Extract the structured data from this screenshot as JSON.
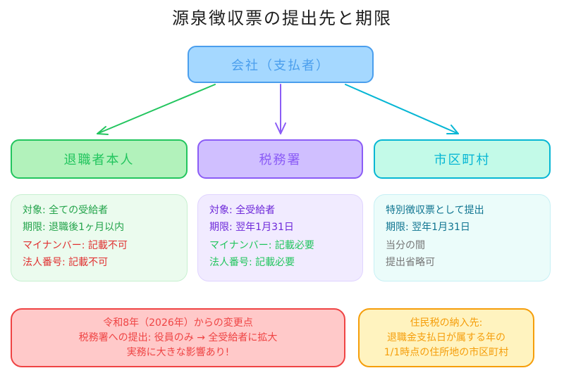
{
  "title": "源泉徴収票の提出先と期限",
  "source": {
    "label": "会社（支払者）"
  },
  "destinations": [
    {
      "label": "退職者本人",
      "color": "#22c55e",
      "details": [
        {
          "text": "対象: 全ての受給者",
          "color": "#22a34a"
        },
        {
          "text": "期限: 退職後1ヶ月以内",
          "color": "#22a34a"
        },
        {
          "text": "マイナンバー: 記載不可",
          "color": "#e03131"
        },
        {
          "text": "法人番号: 記載不可",
          "color": "#e03131"
        }
      ]
    },
    {
      "label": "税務署",
      "color": "#8b5cf6",
      "details": [
        {
          "text": "対象: 全受給者",
          "color": "#6d28d9"
        },
        {
          "text": "期限: 翌年1月31日",
          "color": "#6d28d9"
        },
        {
          "text": "マイナンバー: 記載必要",
          "color": "#22c55e"
        },
        {
          "text": "法人番号: 記載必要",
          "color": "#22c55e"
        }
      ]
    },
    {
      "label": "市区町村",
      "color": "#06b6d4",
      "details": [
        {
          "text": "特別徴収票として提出",
          "color": "#0e7490"
        },
        {
          "text": "期限: 翌年1月31日",
          "color": "#0e7490"
        },
        {
          "text": "当分の間",
          "color": "#757575"
        },
        {
          "text": "提出省略可",
          "color": "#757575"
        }
      ]
    }
  ],
  "notes": {
    "change": [
      "令和8年（2026年）からの変更点",
      "税務署への提出: 役員のみ → 全受給者に拡大",
      "実務に大きな影響あり!"
    ],
    "residence_tax": [
      "住民税の納入先:",
      "退職金支払日が属する年の",
      "1/1時点の住所地の市区町村"
    ]
  }
}
